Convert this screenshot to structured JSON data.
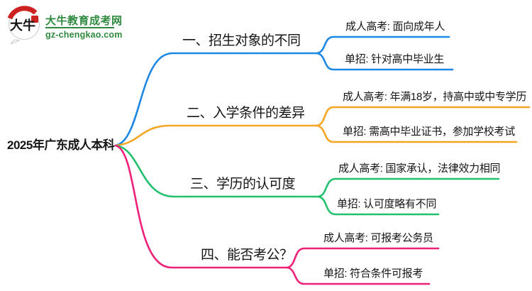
{
  "logo": {
    "icon_text": "大牛",
    "title": "大牛教育成考网",
    "url": "gz-chengkao.com",
    "brand_color": "#2f8a3f",
    "seal_color": "#cc2222"
  },
  "mindmap": {
    "root": "2025年广东成人本科",
    "branches": [
      {
        "label": "一、招生对象的不同",
        "color": "#1e88e5",
        "children": [
          "成人高考: 面向成年人",
          "单招: 针对高中毕业生"
        ]
      },
      {
        "label": "二、入学条件的差异",
        "color": "#f5a623",
        "children": [
          "成人高考: 年满18岁，持高中或中专学历",
          "单招: 需高中毕业证书，参加学校考试"
        ]
      },
      {
        "label": "三、学历的认可度",
        "color": "#21c06d",
        "children": [
          "成人高考: 国家承认，法律效力相同",
          "单招: 认可度略有不同"
        ]
      },
      {
        "label": "四、能否考公？",
        "color": "#ee2178",
        "children": [
          "成人高考: 可报考公务员",
          "单招: 符合条件可报考"
        ]
      }
    ]
  }
}
